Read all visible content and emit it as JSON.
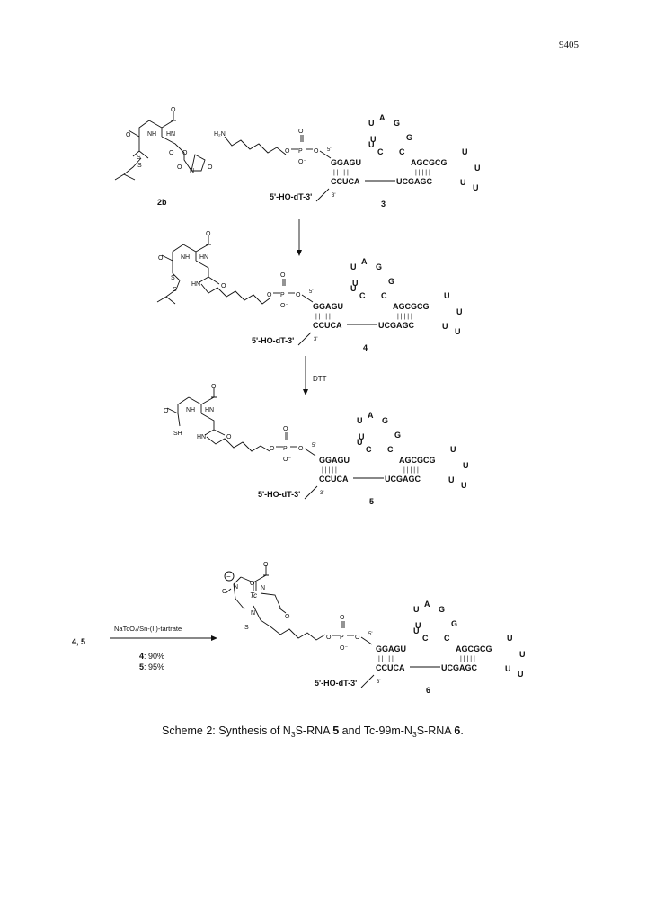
{
  "page_number": "9405",
  "compounds": {
    "reagent_label": "2b",
    "c3": "3",
    "c4": "4",
    "c5": "5",
    "c6": "6"
  },
  "strand_label": "5'-HO-dT-3'",
  "rna": {
    "stem1_top": "GGAGU",
    "stem1_bottom": "CCUCA",
    "stem2_top": "AGCGCG",
    "stem2_bottom": "UCGAGC",
    "pair_bars": "| | | | |",
    "pair_bars2": "| | |   | |",
    "loop1": [
      "U",
      "A",
      "G",
      "U",
      "G",
      "U",
      "C",
      "C"
    ],
    "loop2": [
      "U",
      "U",
      "U",
      "U"
    ]
  },
  "atoms": {
    "O": "O",
    "NH": "NH",
    "HN": "HN",
    "N": "N",
    "S": "S",
    "SH": "SH",
    "H2N": "H₂N",
    "P": "P",
    "Tc": "Tc",
    "Ominus": "O⁻",
    "p5": "5'",
    "p3": "3'",
    "minus": "−"
  },
  "step_labels": {
    "dtt": "DTT",
    "reagent": "NaTcO₄/Sn-(II)-tartrate",
    "start": "4, 5",
    "yield4_num": "4",
    "yield4": ": 90%",
    "yield5_num": "5",
    "yield5": ": 95%"
  },
  "caption": {
    "prefix": "Scheme 2: Synthesis of N",
    "sub1": "3",
    "mid1": "S-RNA ",
    "bold1": "5",
    "mid2": " and Tc-99m-N",
    "sub2": "3",
    "mid3": "S-RNA ",
    "bold2": "6",
    "end": "."
  }
}
